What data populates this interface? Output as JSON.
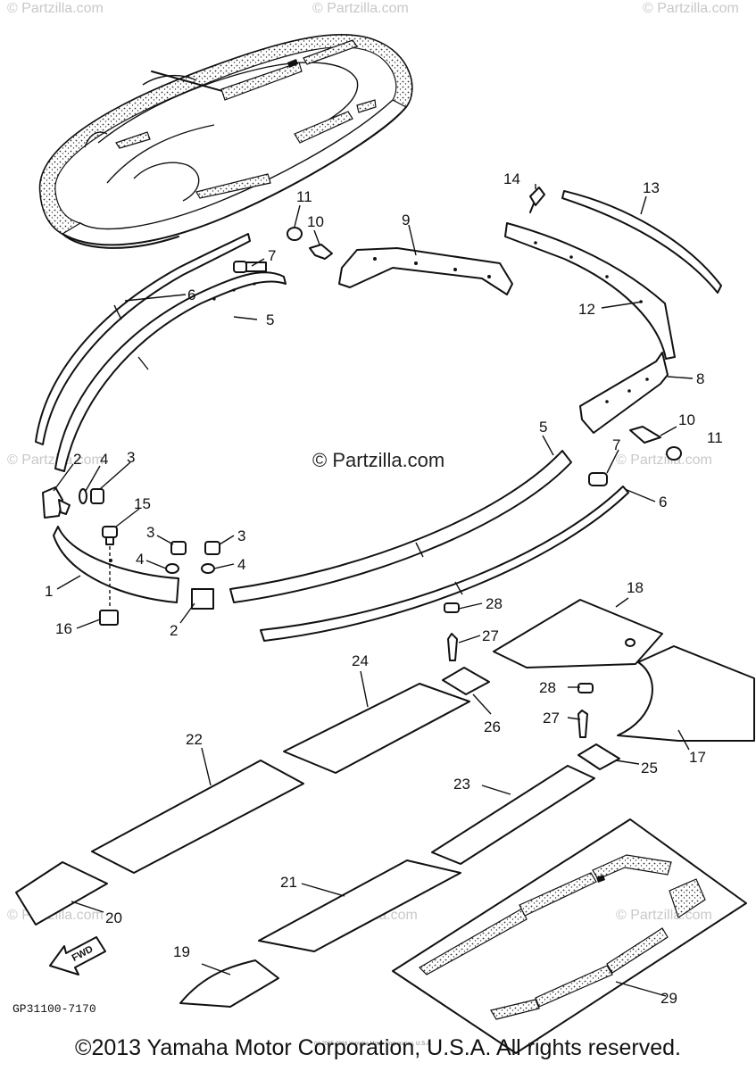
{
  "watermark": {
    "corner": "© Partzilla.com",
    "center": "© Partzilla.com"
  },
  "callouts": [
    "1",
    "2",
    "2",
    "3",
    "3",
    "3",
    "4",
    "4",
    "4",
    "5",
    "5",
    "6",
    "6",
    "7",
    "7",
    "8",
    "9",
    "10",
    "10",
    "11",
    "11",
    "12",
    "13",
    "14",
    "15",
    "16",
    "17",
    "18",
    "19",
    "20",
    "21",
    "22",
    "23",
    "24",
    "25",
    "26",
    "27",
    "27",
    "28",
    "28",
    "29"
  ],
  "fwd_label": "FWD",
  "diagram_code": "GP31100-7170",
  "small_print": "(c) 2005-2016 Yamaha Motor Corporation, U.S.A.",
  "copyright": "©2013 Yamaha Motor Corporation, U.S.A. All rights reserved."
}
